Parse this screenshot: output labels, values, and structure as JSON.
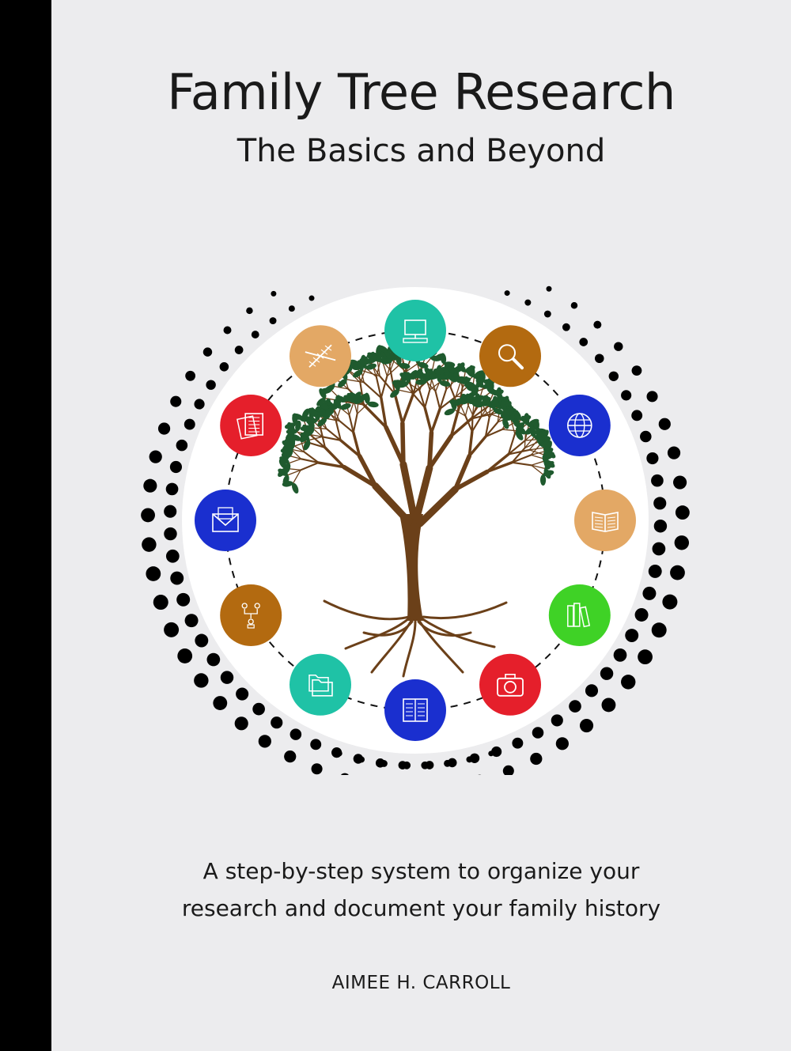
{
  "cover": {
    "title": "Family Tree Research",
    "subtitle": "The Basics and Beyond",
    "tagline_line1": "A step-by-step system to organize your",
    "tagline_line2": "research and document your family history",
    "author": "AIMEE H. CARROLL"
  },
  "colors": {
    "background": "#ececee",
    "spine": "#000000",
    "teal": "#1fc2a6",
    "tan": "#e3a865",
    "brown": "#b36a10",
    "red": "#e51f2b",
    "blue": "#1a2fcf",
    "green": "#3fd226",
    "trunk": "#6b4019",
    "leaf": "#1f5a2e"
  },
  "icons": [
    {
      "name": "computer-icon",
      "color": "#1fc2a6"
    },
    {
      "name": "magnifier-icon",
      "color": "#b36a10"
    },
    {
      "name": "globe-icon",
      "color": "#1a2fcf"
    },
    {
      "name": "open-book-icon",
      "color": "#e3a865"
    },
    {
      "name": "books-icon",
      "color": "#3fd226"
    },
    {
      "name": "camera-icon",
      "color": "#e51f2b"
    },
    {
      "name": "notebook-icon",
      "color": "#1a2fcf"
    },
    {
      "name": "folders-icon",
      "color": "#1fc2a6"
    },
    {
      "name": "family-chart-icon",
      "color": "#b36a10"
    },
    {
      "name": "envelope-icon",
      "color": "#1a2fcf"
    },
    {
      "name": "documents-icon",
      "color": "#e51f2b"
    },
    {
      "name": "dna-icon",
      "color": "#e3a865"
    }
  ]
}
